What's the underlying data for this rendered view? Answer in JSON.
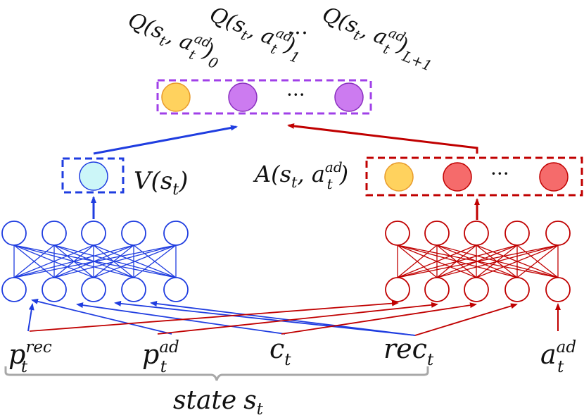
{
  "q_labels": {
    "q0": {
      "func": "Q(",
      "s": "s",
      "s_sub": "t",
      "comma": ", ",
      "a": "a",
      "a_sub": "t",
      "a_sup": "ad",
      "close": ")",
      "index": "0"
    },
    "q1": {
      "func": "Q(",
      "s": "s",
      "s_sub": "t",
      "comma": ", ",
      "a": "a",
      "a_sub": "t",
      "a_sup": "ad",
      "close": ")",
      "index": "1"
    },
    "ellipsis": "…",
    "qL": {
      "func": "Q(",
      "s": "s",
      "s_sub": "t",
      "comma": ", ",
      "a": "a",
      "a_sub": "t",
      "a_sup": "ad",
      "close": ")",
      "index": "L+1"
    }
  },
  "value_label": {
    "func": "V(",
    "s": "s",
    "s_sub": "t",
    "close": ")"
  },
  "advantage_label": {
    "func": "A(",
    "s": "s",
    "s_sub": "t",
    "comma": ", ",
    "a": "a",
    "a_sub": "t",
    "a_sup": "ad",
    "close": ")"
  },
  "output_ellipsis": "···",
  "advantage_ellipsis": "···",
  "inputs": {
    "p_rec": {
      "base": "p",
      "sub": "t",
      "sup": "rec"
    },
    "p_ad": {
      "base": "p",
      "sub": "t",
      "sup": "ad"
    },
    "c": {
      "base": "c",
      "sub": "t"
    },
    "rec": {
      "base": "rec",
      "sub": "t"
    },
    "a_ad": {
      "base": "a",
      "sub": "t",
      "sup": "ad"
    }
  },
  "state_label": {
    "word": "state",
    "s": "s",
    "s_sub": "t"
  },
  "colors": {
    "blue": "#1f3de0",
    "red": "#c00000",
    "purple_dash": "#a040e8",
    "purple_fill": "#cc7bf0",
    "orange_fill": "#ffd25e",
    "orange_stroke": "#e89a2a",
    "cyan_fill": "#ccf6f8",
    "red_fill": "#f56b6b",
    "bracket": "#a8a8a8"
  }
}
